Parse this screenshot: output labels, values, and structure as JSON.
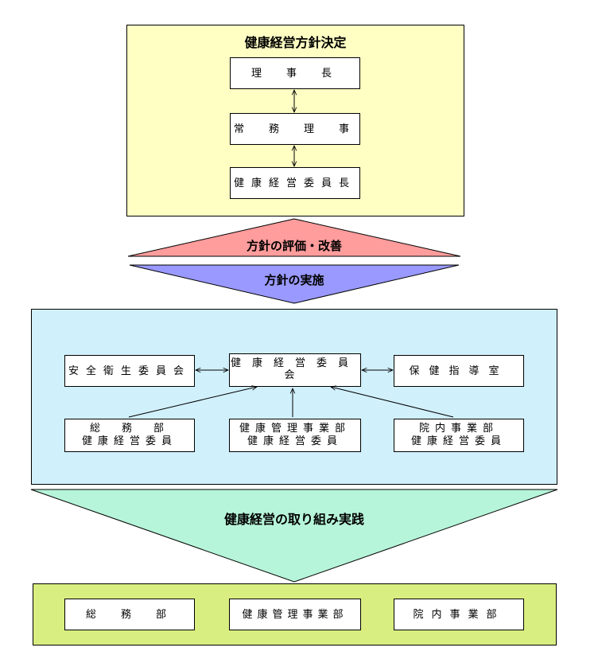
{
  "top_panel": {
    "title": "健康経営方針決定",
    "boxes": [
      "理　事　長",
      "常　務　理　事",
      "健康経営委員長"
    ]
  },
  "triangles": {
    "up_label": "方針の評価・改善",
    "down_label": "方針の実施"
  },
  "middle_panel": {
    "center_box": "健康経営委員会",
    "left_box": "安全衛生委員会",
    "right_box": "保健指導室",
    "bottom_left": [
      "総　務　部",
      "健康経営委員"
    ],
    "bottom_center": [
      "健康管理事業部",
      "健康経営委員"
    ],
    "bottom_right": [
      "院内事業部",
      "健康経営委員"
    ]
  },
  "practice_label": "健康経営の取り組み実践",
  "bottom_panel": {
    "boxes": [
      "総　務　部",
      "健康管理事業部",
      "院内事業部"
    ]
  },
  "colors": {
    "top_panel_bg": "#ffffc4",
    "up_triangle": "#ff9c9c",
    "down_triangle": "#9999ff",
    "middle_panel_bg": "#d0f0fc",
    "practice_triangle": "#b6f5d9",
    "bottom_panel_bg": "#d8ee80"
  }
}
